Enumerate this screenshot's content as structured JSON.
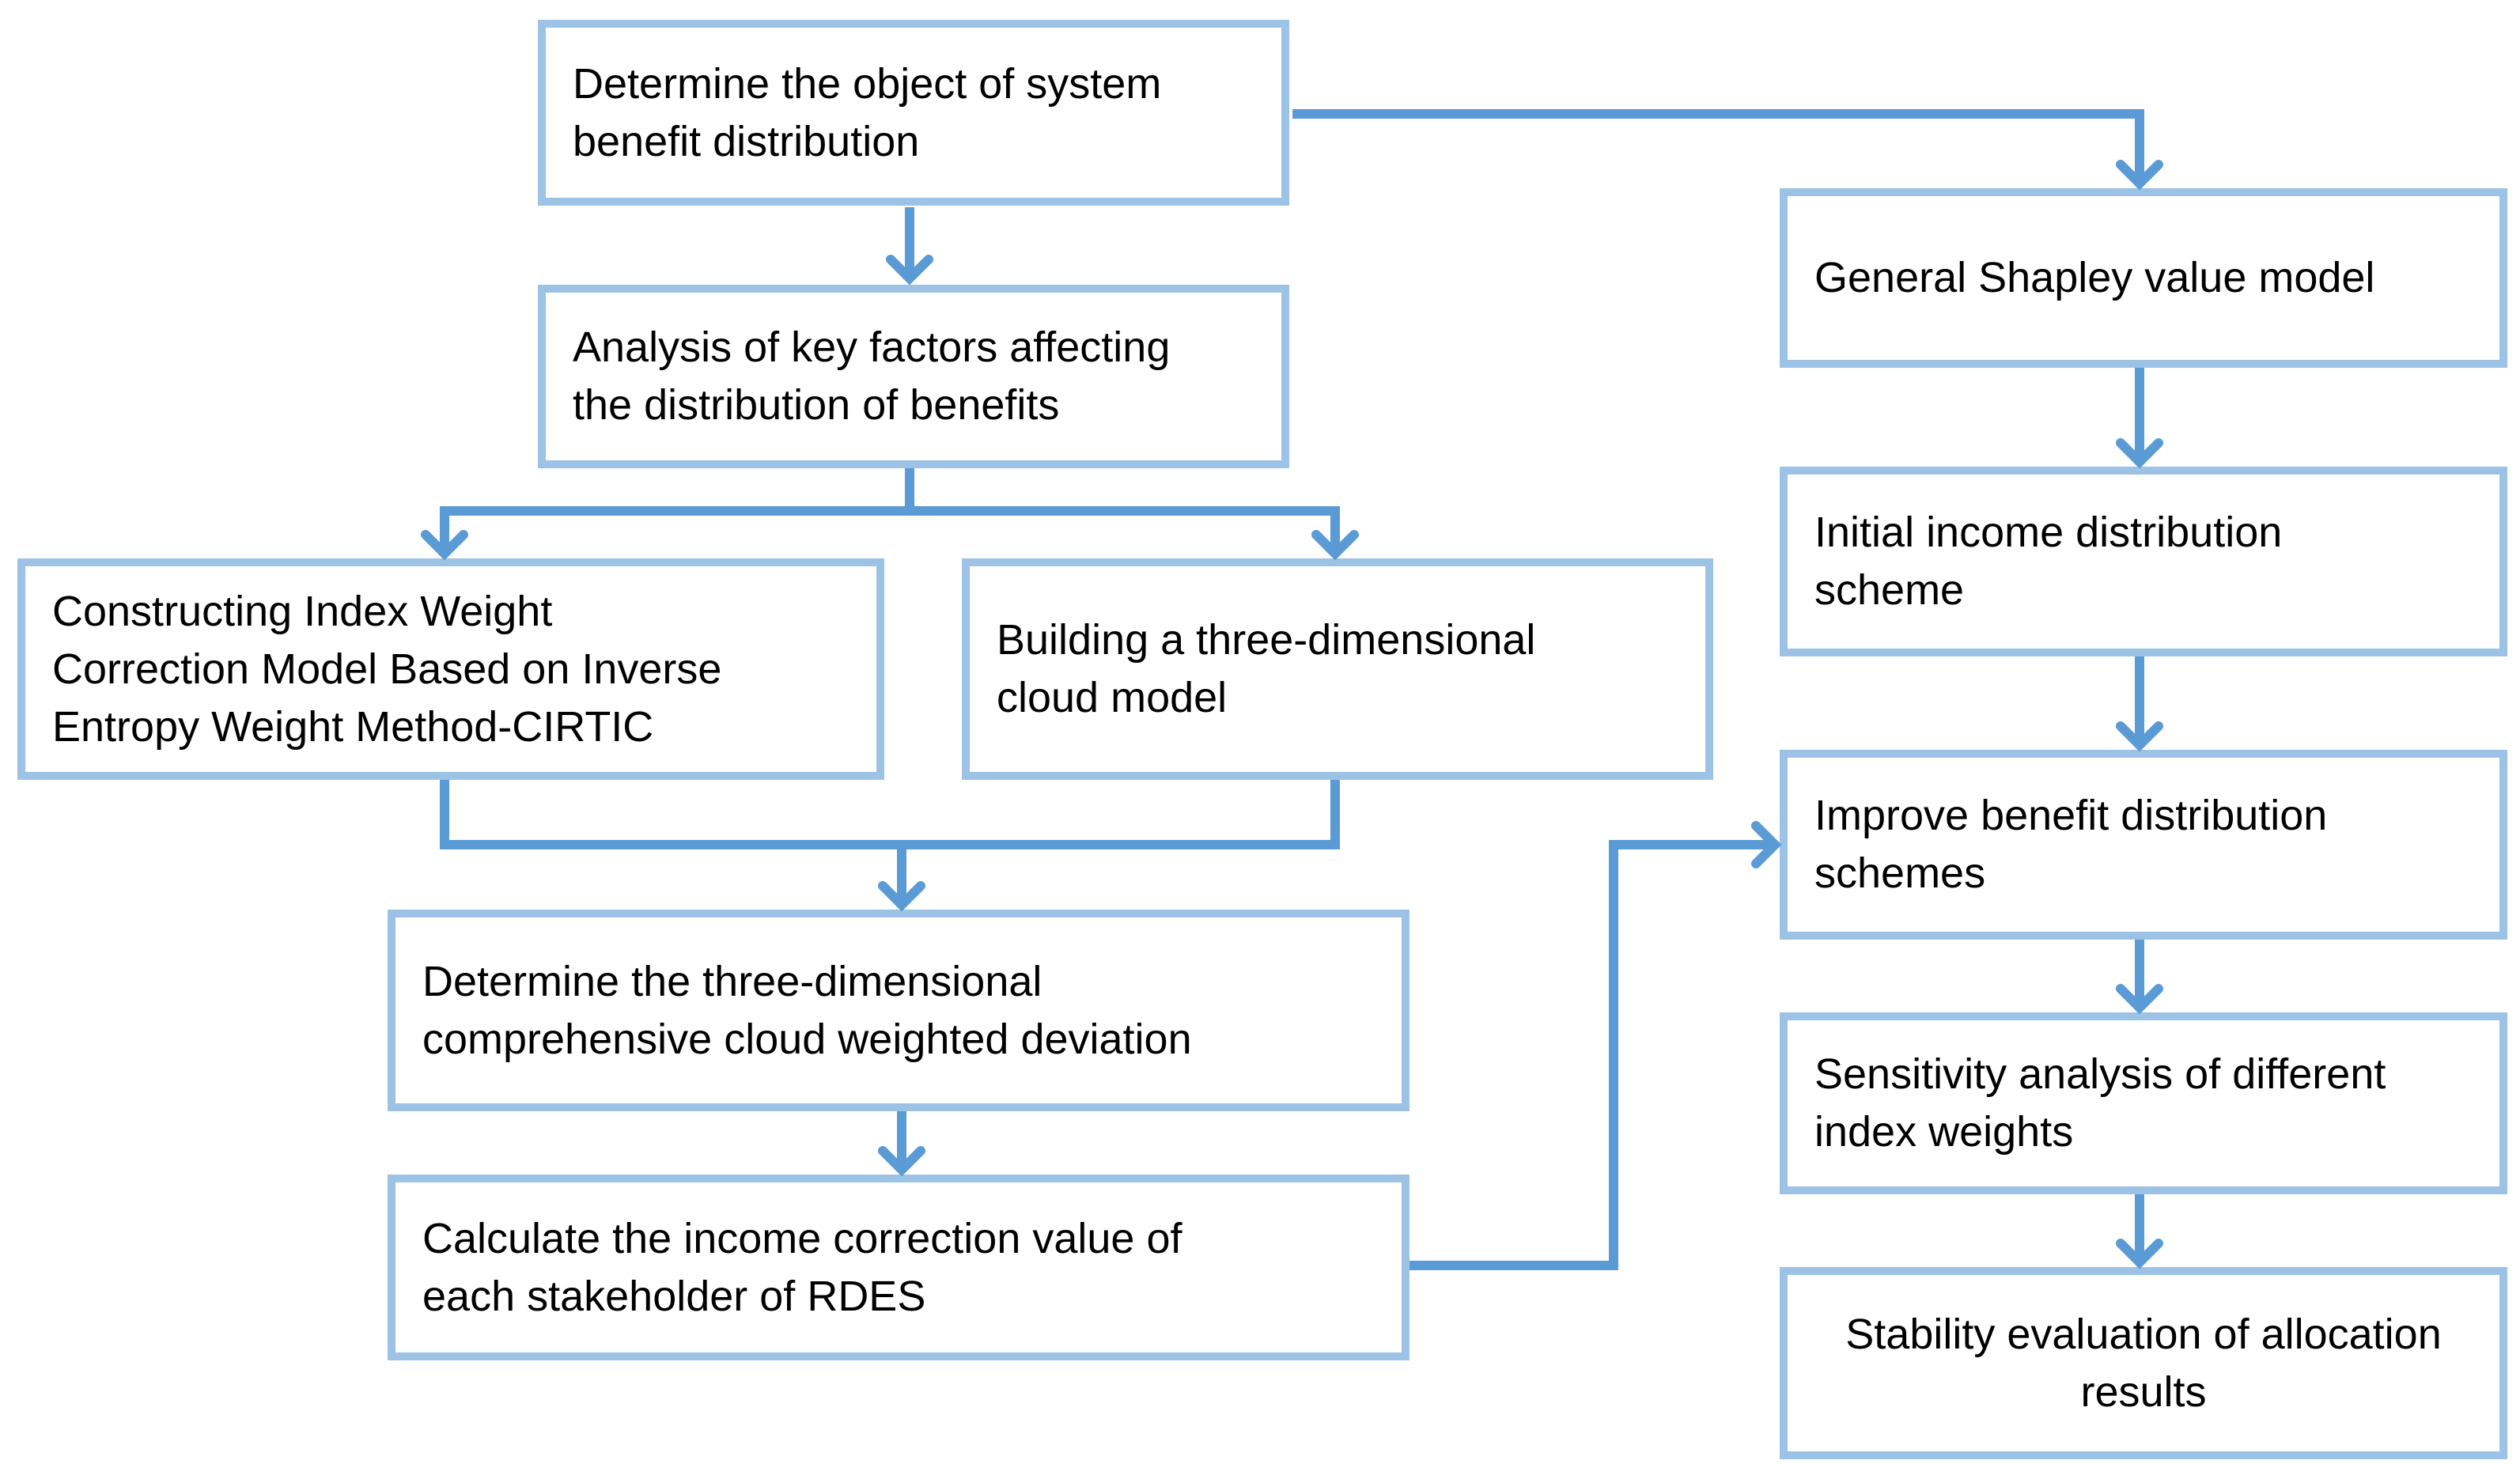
{
  "figure": {
    "type": "flowchart",
    "colors": {
      "box_border": "#9CC3E6",
      "box_fill": "#FFFFFF",
      "connector": "#5B9BD5",
      "text": "#000000",
      "background": "#FFFFFF"
    },
    "boxes": [
      {
        "id": "determine-object",
        "lines": [
          "Determine the object of system",
          "benefit distribution"
        ]
      },
      {
        "id": "analysis-key-factors",
        "lines": [
          "Analysis of key factors affecting",
          "the distribution of benefits"
        ]
      },
      {
        "id": "index-weight-correction",
        "lines": [
          "Constructing Index Weight",
          "Correction Model Based on Inverse",
          "Entropy Weight Method-CIRTIC"
        ]
      },
      {
        "id": "three-dimensional-cloud",
        "lines": [
          "Building a three-dimensional",
          "cloud model"
        ]
      },
      {
        "id": "cloud-weighted-deviation",
        "lines": [
          "Determine the three-dimensional",
          "comprehensive cloud weighted deviation"
        ]
      },
      {
        "id": "income-correction-value",
        "lines": [
          "Calculate the income correction value of",
          "each stakeholder of RDES"
        ]
      },
      {
        "id": "general-shapley",
        "lines": [
          "General Shapley value model"
        ]
      },
      {
        "id": "initial-income-scheme",
        "lines": [
          "Initial income distribution",
          "scheme"
        ]
      },
      {
        "id": "improve-benefit-schemes",
        "lines": [
          "Improve benefit distribution",
          "schemes"
        ]
      },
      {
        "id": "sensitivity-analysis",
        "lines": [
          "Sensitivity analysis of different",
          "index weights"
        ]
      },
      {
        "id": "stability-evaluation",
        "lines": [
          "Stability evaluation of allocation",
          "results"
        ]
      }
    ],
    "edges": [
      {
        "from": "determine-object",
        "to": "analysis-key-factors"
      },
      {
        "from": "determine-object",
        "to": "general-shapley"
      },
      {
        "from": "analysis-key-factors",
        "to": "index-weight-correction"
      },
      {
        "from": "analysis-key-factors",
        "to": "three-dimensional-cloud"
      },
      {
        "from": "index-weight-correction",
        "to": "cloud-weighted-deviation"
      },
      {
        "from": "three-dimensional-cloud",
        "to": "cloud-weighted-deviation"
      },
      {
        "from": "cloud-weighted-deviation",
        "to": "income-correction-value"
      },
      {
        "from": "income-correction-value",
        "to": "improve-benefit-schemes"
      },
      {
        "from": "general-shapley",
        "to": "initial-income-scheme"
      },
      {
        "from": "initial-income-scheme",
        "to": "improve-benefit-schemes"
      },
      {
        "from": "improve-benefit-schemes",
        "to": "sensitivity-analysis"
      },
      {
        "from": "sensitivity-analysis",
        "to": "stability-evaluation"
      }
    ]
  }
}
